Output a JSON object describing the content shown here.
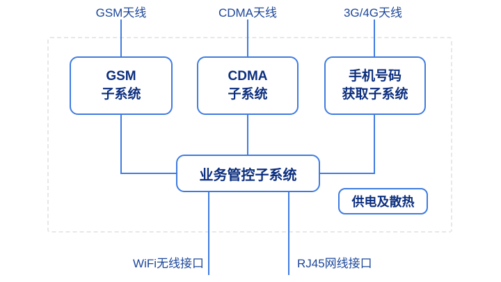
{
  "diagram": {
    "antenna_labels": [
      "GSM天线",
      "CDMA天线",
      "3G/4G天线"
    ],
    "subsystem_boxes": [
      {
        "line1": "GSM",
        "line2": "子系统"
      },
      {
        "line1": "CDMA",
        "line2": "子系统"
      },
      {
        "line1": "手机号码",
        "line2": "获取子系统"
      }
    ],
    "control_box_label": "业务管控子系统",
    "power_box_label": "供电及散热",
    "interface_labels": [
      "WiFi无线接口",
      "RJ45网线接口"
    ],
    "colors": {
      "connector_blue": "#3e7be0",
      "node_text_navy": "#0b2e7e",
      "outer_label_navy": "#1b4699",
      "dashed_border_gray": "#e7e7e7",
      "background": "#ffffff"
    }
  }
}
